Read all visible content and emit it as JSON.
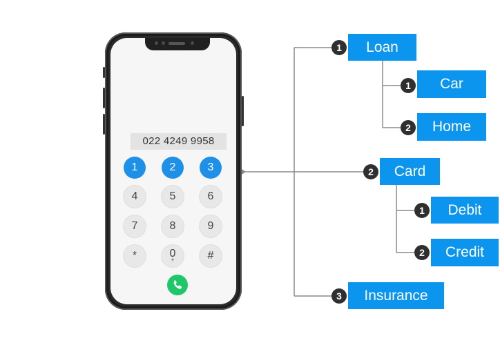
{
  "phone": {
    "display_number": "022 4249 9958",
    "keys": [
      "1",
      "2",
      "3",
      "4",
      "5",
      "6",
      "7",
      "8",
      "9",
      "*",
      "0",
      "#"
    ],
    "zero_sub": "+",
    "active_keys": [
      "1",
      "2",
      "3"
    ],
    "colors": {
      "active_key": "#1e90e8",
      "call_button": "#1ec86a"
    },
    "call_icon": "phone-icon"
  },
  "tree": {
    "colors": {
      "node": "#0b95ee",
      "badge": "#2f2f2f",
      "line": "#8a8a8a"
    },
    "nodes": [
      {
        "label": "Loan",
        "badge": "1",
        "children": [
          {
            "label": "Car",
            "badge": "1"
          },
          {
            "label": "Home",
            "badge": "2"
          }
        ]
      },
      {
        "label": "Card",
        "badge": "2",
        "children": [
          {
            "label": "Debit",
            "badge": "1"
          },
          {
            "label": "Credit",
            "badge": "2"
          }
        ]
      },
      {
        "label": "Insurance",
        "badge": "3"
      }
    ]
  }
}
